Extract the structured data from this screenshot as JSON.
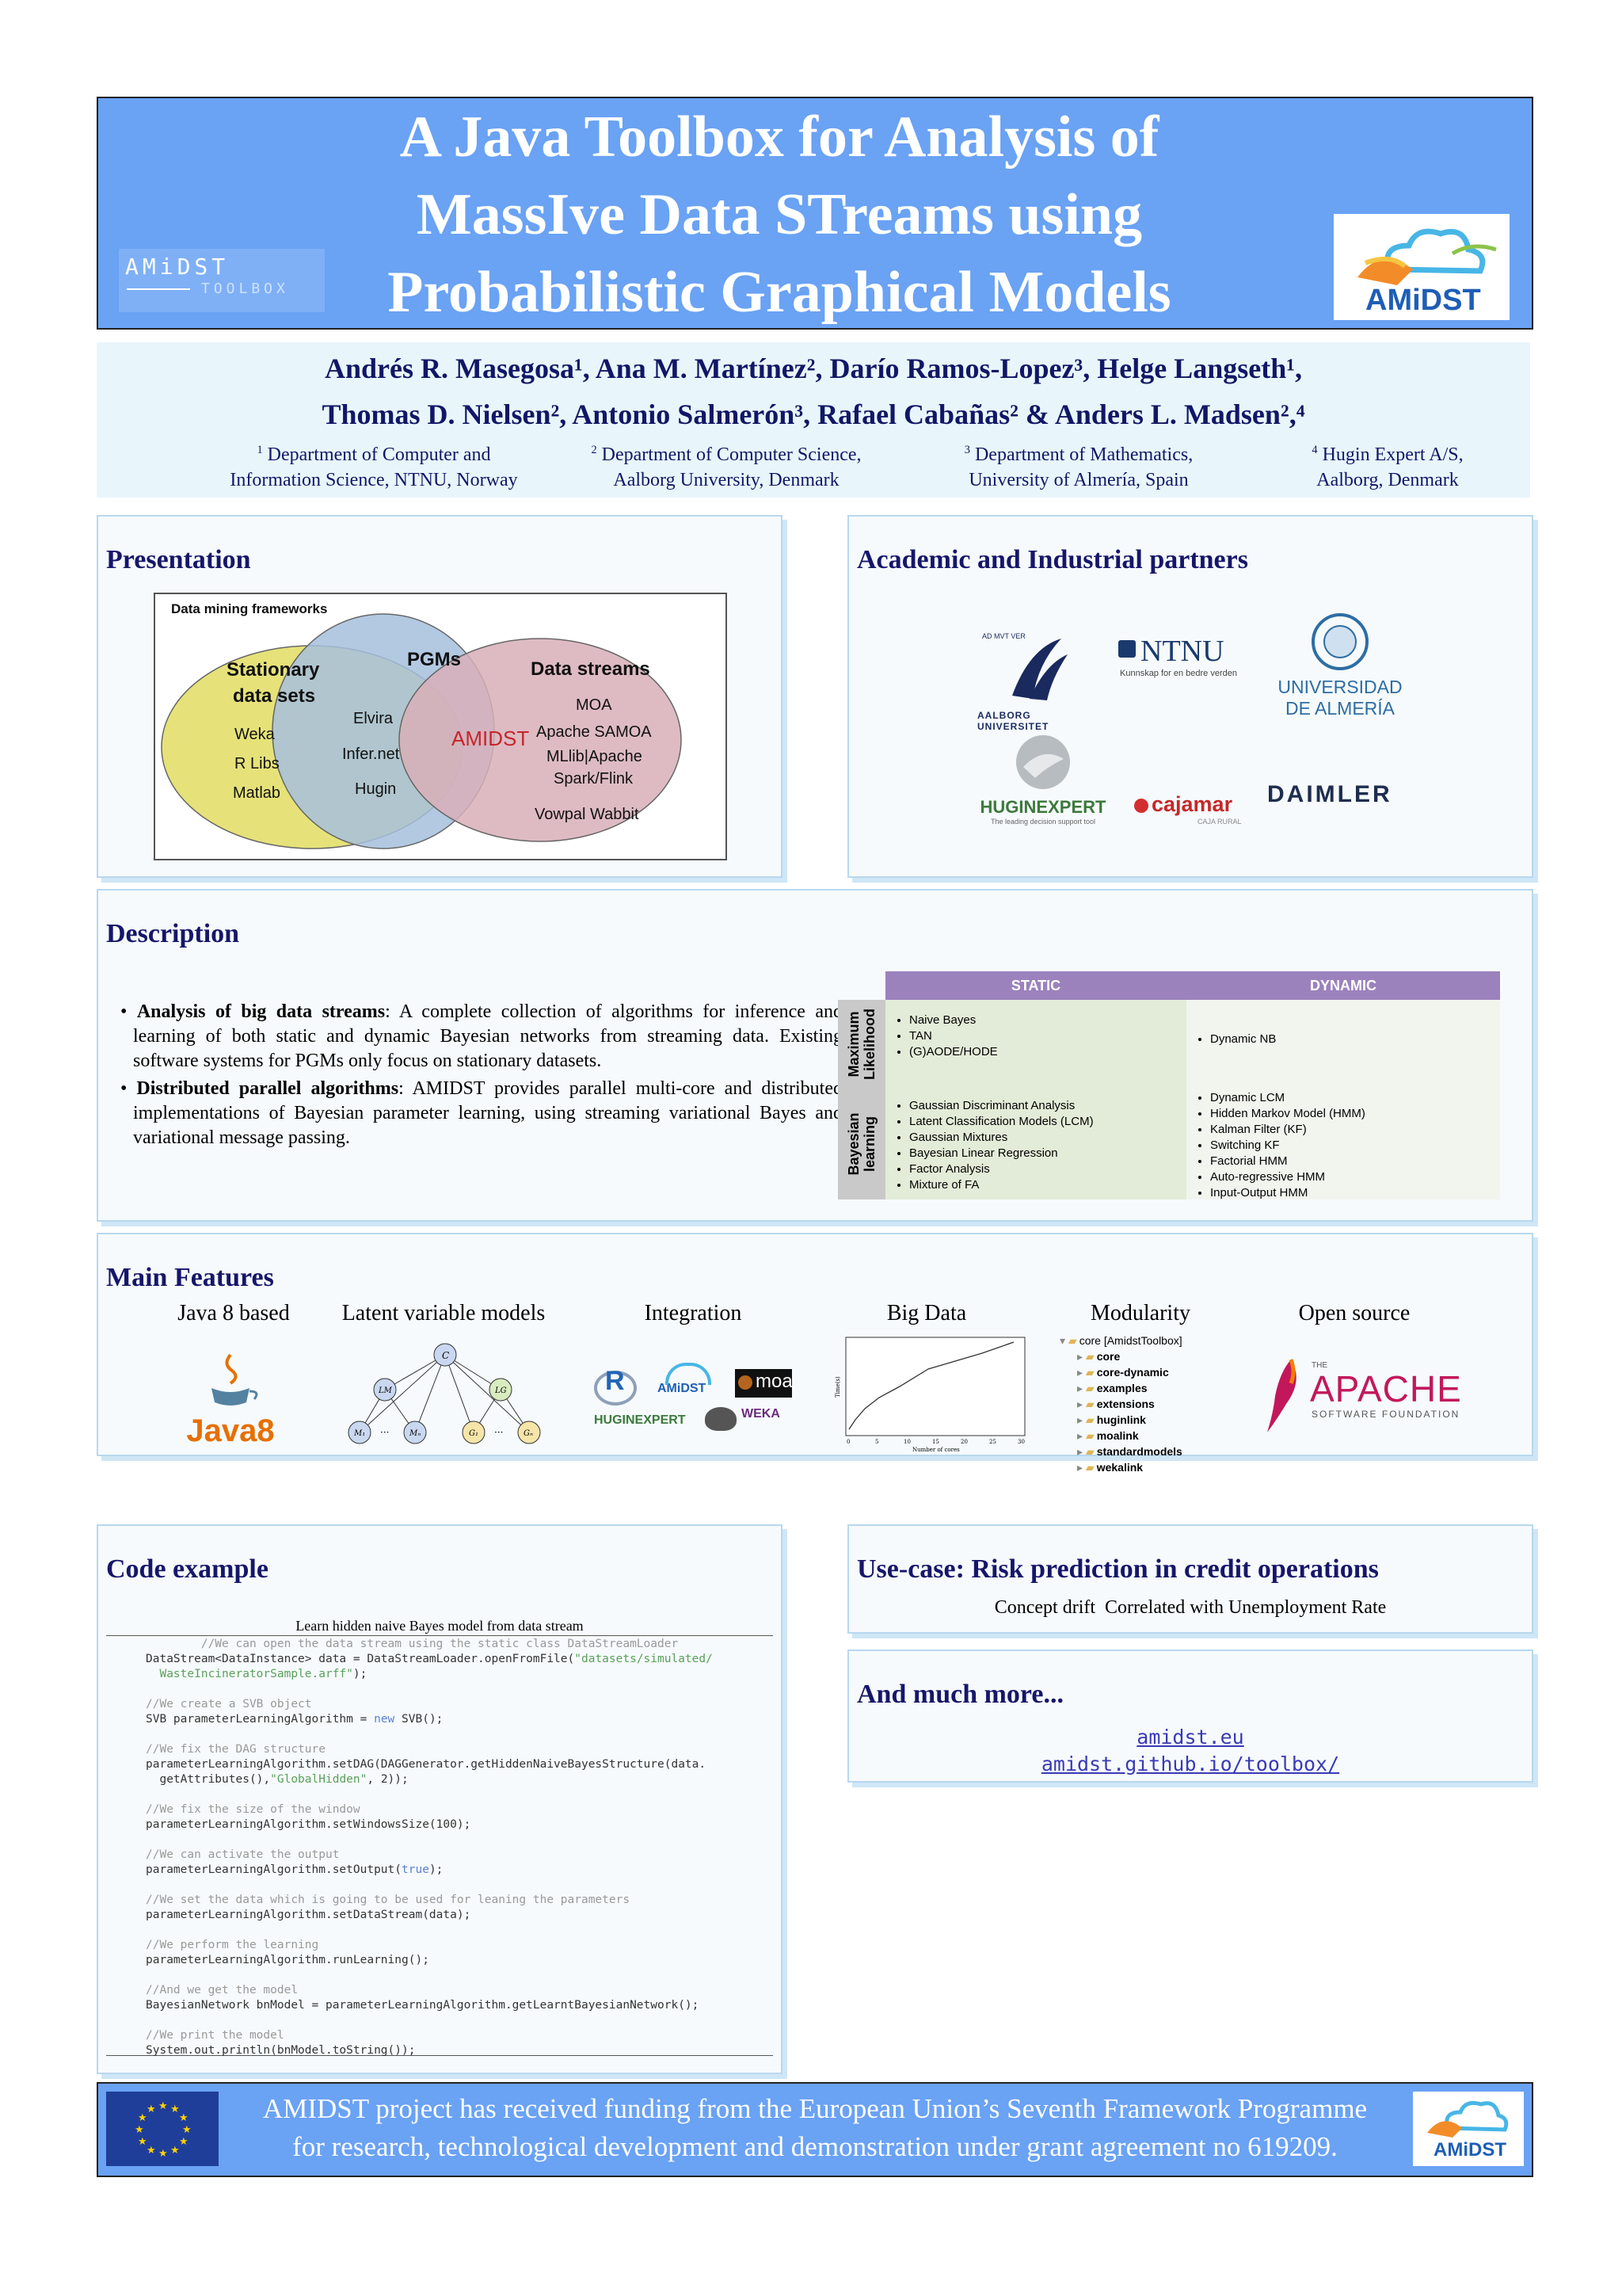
{
  "header": {
    "title_lines": [
      "A Java Toolbox for Analysis of",
      "MassIve Data STreams using",
      "Probabilistic Graphical Models"
    ],
    "left_logo_text": "AMiDST",
    "left_logo_sub": "TOOLBOX",
    "right_logo_text": "AMiDST"
  },
  "authors": {
    "line1": "Andrés R. Masegosa¹, Ana M. Martínez², Darío Ramos-Lopez³, Helge Langseth¹,",
    "line2": "Thomas D. Nielsen², Antonio Salmerón³, Rafael Cabañas² & Anders L. Madsen²,⁴",
    "affiliations": [
      {
        "num": "1",
        "l1": "Department of Computer and",
        "l2": "Information Science, NTNU, Norway"
      },
      {
        "num": "2",
        "l1": "Department of Computer Science,",
        "l2": "Aalborg University, Denmark"
      },
      {
        "num": "3",
        "l1": "Department of Mathematics,",
        "l2": "University of Almería, Spain"
      },
      {
        "num": "4",
        "l1": "Hugin Expert A/S,",
        "l2": "Aalborg, Denmark"
      }
    ]
  },
  "presentation": {
    "title": "Presentation",
    "diagram_title": "Data mining frameworks",
    "sets": {
      "stationary": {
        "label1": "Stationary",
        "label2": "data sets",
        "items": [
          "Weka",
          "R Libs",
          "Matlab"
        ]
      },
      "pgms": {
        "label": "PGMs",
        "items": [
          "Elvira",
          "Infer.net",
          "Hugin"
        ]
      },
      "streams": {
        "label": "Data streams",
        "items": [
          "MOA",
          "Apache SAMOA",
          "MLlib|Apache",
          "Spark/Flink",
          "Vowpal Wabbit"
        ]
      },
      "center": "AMIDST"
    }
  },
  "partners": {
    "title": "Academic and Industrial partners",
    "logos": {
      "aalborg": "AALBORG UNIVERSITET",
      "aalborg_top": "AD MVT VER",
      "ntnu": "NTNU",
      "ntnu_sub": "Kunnskap for en bedre verden",
      "almeria1": "UNIVERSIDAD",
      "almeria2": "DE ALMERÍA",
      "hugin": "HUGINEXPERT",
      "hugin_sub": "The leading decision support tool",
      "cajamar": "cajamar",
      "cajamar_sub": "CAJA RURAL",
      "daimler": "DAIMLER"
    }
  },
  "description": {
    "title": "Description",
    "bullets": [
      {
        "bold": "Analysis of big data streams",
        "text": ": A complete collection of algorithms for inference and learning of both static and dynamic Bayesian networks from streaming data. Existing software systems for PGMs only focus on stationary datasets."
      },
      {
        "bold": "Distributed parallel algorithms",
        "text": ": AMIDST provides parallel multi-core and distributed implementations of Bayesian parameter learning, using streaming variational Bayes and variational message passing."
      }
    ],
    "table": {
      "col_static": "STATIC",
      "col_dynamic": "DYNAMIC",
      "row1_label1": "Maximum",
      "row1_label2": "Likelihood",
      "row2_label1": "Bayesian",
      "row2_label2": "learning",
      "ml_static": [
        "Naive Bayes",
        "TAN",
        "(G)AODE/HODE"
      ],
      "ml_dynamic": [
        "Dynamic NB"
      ],
      "bl_static": [
        "Gaussian Discriminant Analysis",
        "Latent Classification Models (LCM)",
        "Gaussian Mixtures",
        "Bayesian Linear Regression",
        "Factor Analysis",
        "Mixture of FA"
      ],
      "bl_dynamic": [
        "Dynamic LCM",
        "Hidden Markov Model (HMM)",
        "Kalman Filter (KF)",
        "Switching KF",
        "Factorial HMM",
        "Auto-regressive HMM",
        "Input-Output HMM"
      ]
    }
  },
  "features": {
    "title": "Main Features",
    "labels": [
      "Java 8 based",
      "Latent variable models",
      "Integration",
      "Big Data",
      "Modularity",
      "Open source"
    ],
    "java_text": "Java8",
    "graph_nodes": {
      "c": "C",
      "lm": "LM",
      "lg": "LG",
      "m1": "M₁",
      "mn": "Mₙ",
      "g1": "G₁",
      "gn": "Gₙ",
      "dots": "···"
    },
    "integration": {
      "r": "R",
      "moa": "moa",
      "amidst": "AMiDST",
      "hugin": "HUGINEXPERT",
      "weka": "WEKA"
    },
    "bigdata_axis": {
      "ylabel": "Time(s)",
      "xlabel": "Number of cores",
      "xticks": [
        "0",
        "5",
        "10",
        "15",
        "20",
        "25",
        "30"
      ]
    },
    "modularity_tree": [
      "core [AmidstToolbox]",
      "core",
      "core-dynamic",
      "examples",
      "extensions",
      "huginlink",
      "moalink",
      "standardmodels",
      "wekalink"
    ],
    "apache": {
      "the": "THE",
      "name": "APACHE",
      "sub": "SOFTWARE FOUNDATION"
    }
  },
  "code": {
    "title": "Code example",
    "caption": "Learn hidden naive Bayes model from data stream"
  },
  "usecase": {
    "title": "Use-case: Risk prediction in credit operations",
    "subtitle": "Concept drift  Correlated with Unemployment Rate"
  },
  "more": {
    "title": "And much more...",
    "links": [
      "amidst.eu",
      "amidst.github.io/toolbox/"
    ]
  },
  "footer": {
    "line1": "AMIDST project has received funding from the European Union’s Seventh Framework Programme",
    "line2": "for research, technological development and demonstration under grant agreement no 619209.",
    "logo_text": "AMiDST"
  },
  "colors": {
    "header_bg": "#6aa2f4",
    "title_navy": "#16166a",
    "table_header": "#9b82bd",
    "table_cell": "#e3ecd8",
    "venn_yellow": "#e8e577",
    "venn_blue": "#a4bedc",
    "venn_pink": "#d8aeb8"
  }
}
